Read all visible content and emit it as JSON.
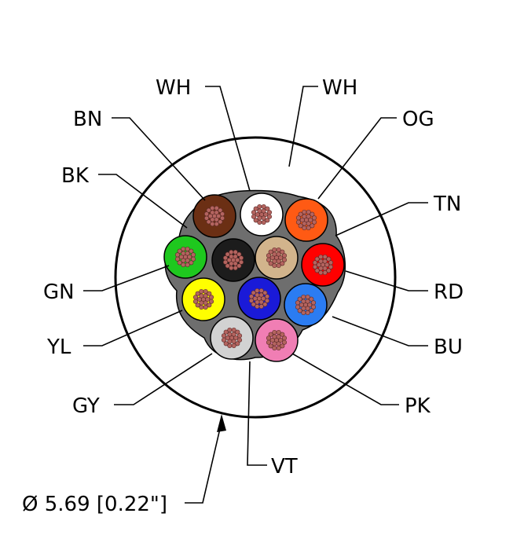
{
  "outer_jacket": {
    "label": "WH",
    "color": "#ffffff"
  },
  "filler_color": "#6e6e6e",
  "strand_color": "#b4645f",
  "diameter": {
    "text": "Ø 5.69 [0.22\"]"
  },
  "conductors": [
    {
      "id": "wh",
      "label": "WH",
      "color": "#ffffff"
    },
    {
      "id": "bn",
      "label": "BN",
      "color": "#6b2f14"
    },
    {
      "id": "og",
      "label": "OG",
      "color": "#ff5a14"
    },
    {
      "id": "bk",
      "label": "BK",
      "color": "#1c1c1c"
    },
    {
      "id": "tn",
      "label": "TN",
      "color": "#d2b48c"
    },
    {
      "id": "gn",
      "label": "GN",
      "color": "#1ec81e"
    },
    {
      "id": "rd",
      "label": "RD",
      "color": "#ff0000"
    },
    {
      "id": "yl",
      "label": "YL",
      "color": "#ffff00"
    },
    {
      "id": "bu",
      "label": "BU",
      "color": "#2b7cf2"
    },
    {
      "id": "vt",
      "label": "VT",
      "color": "#1a1ad8"
    },
    {
      "id": "gy",
      "label": "GY",
      "color": "#d2d2d2"
    },
    {
      "id": "pk",
      "label": "PK",
      "color": "#f07eb4"
    }
  ]
}
